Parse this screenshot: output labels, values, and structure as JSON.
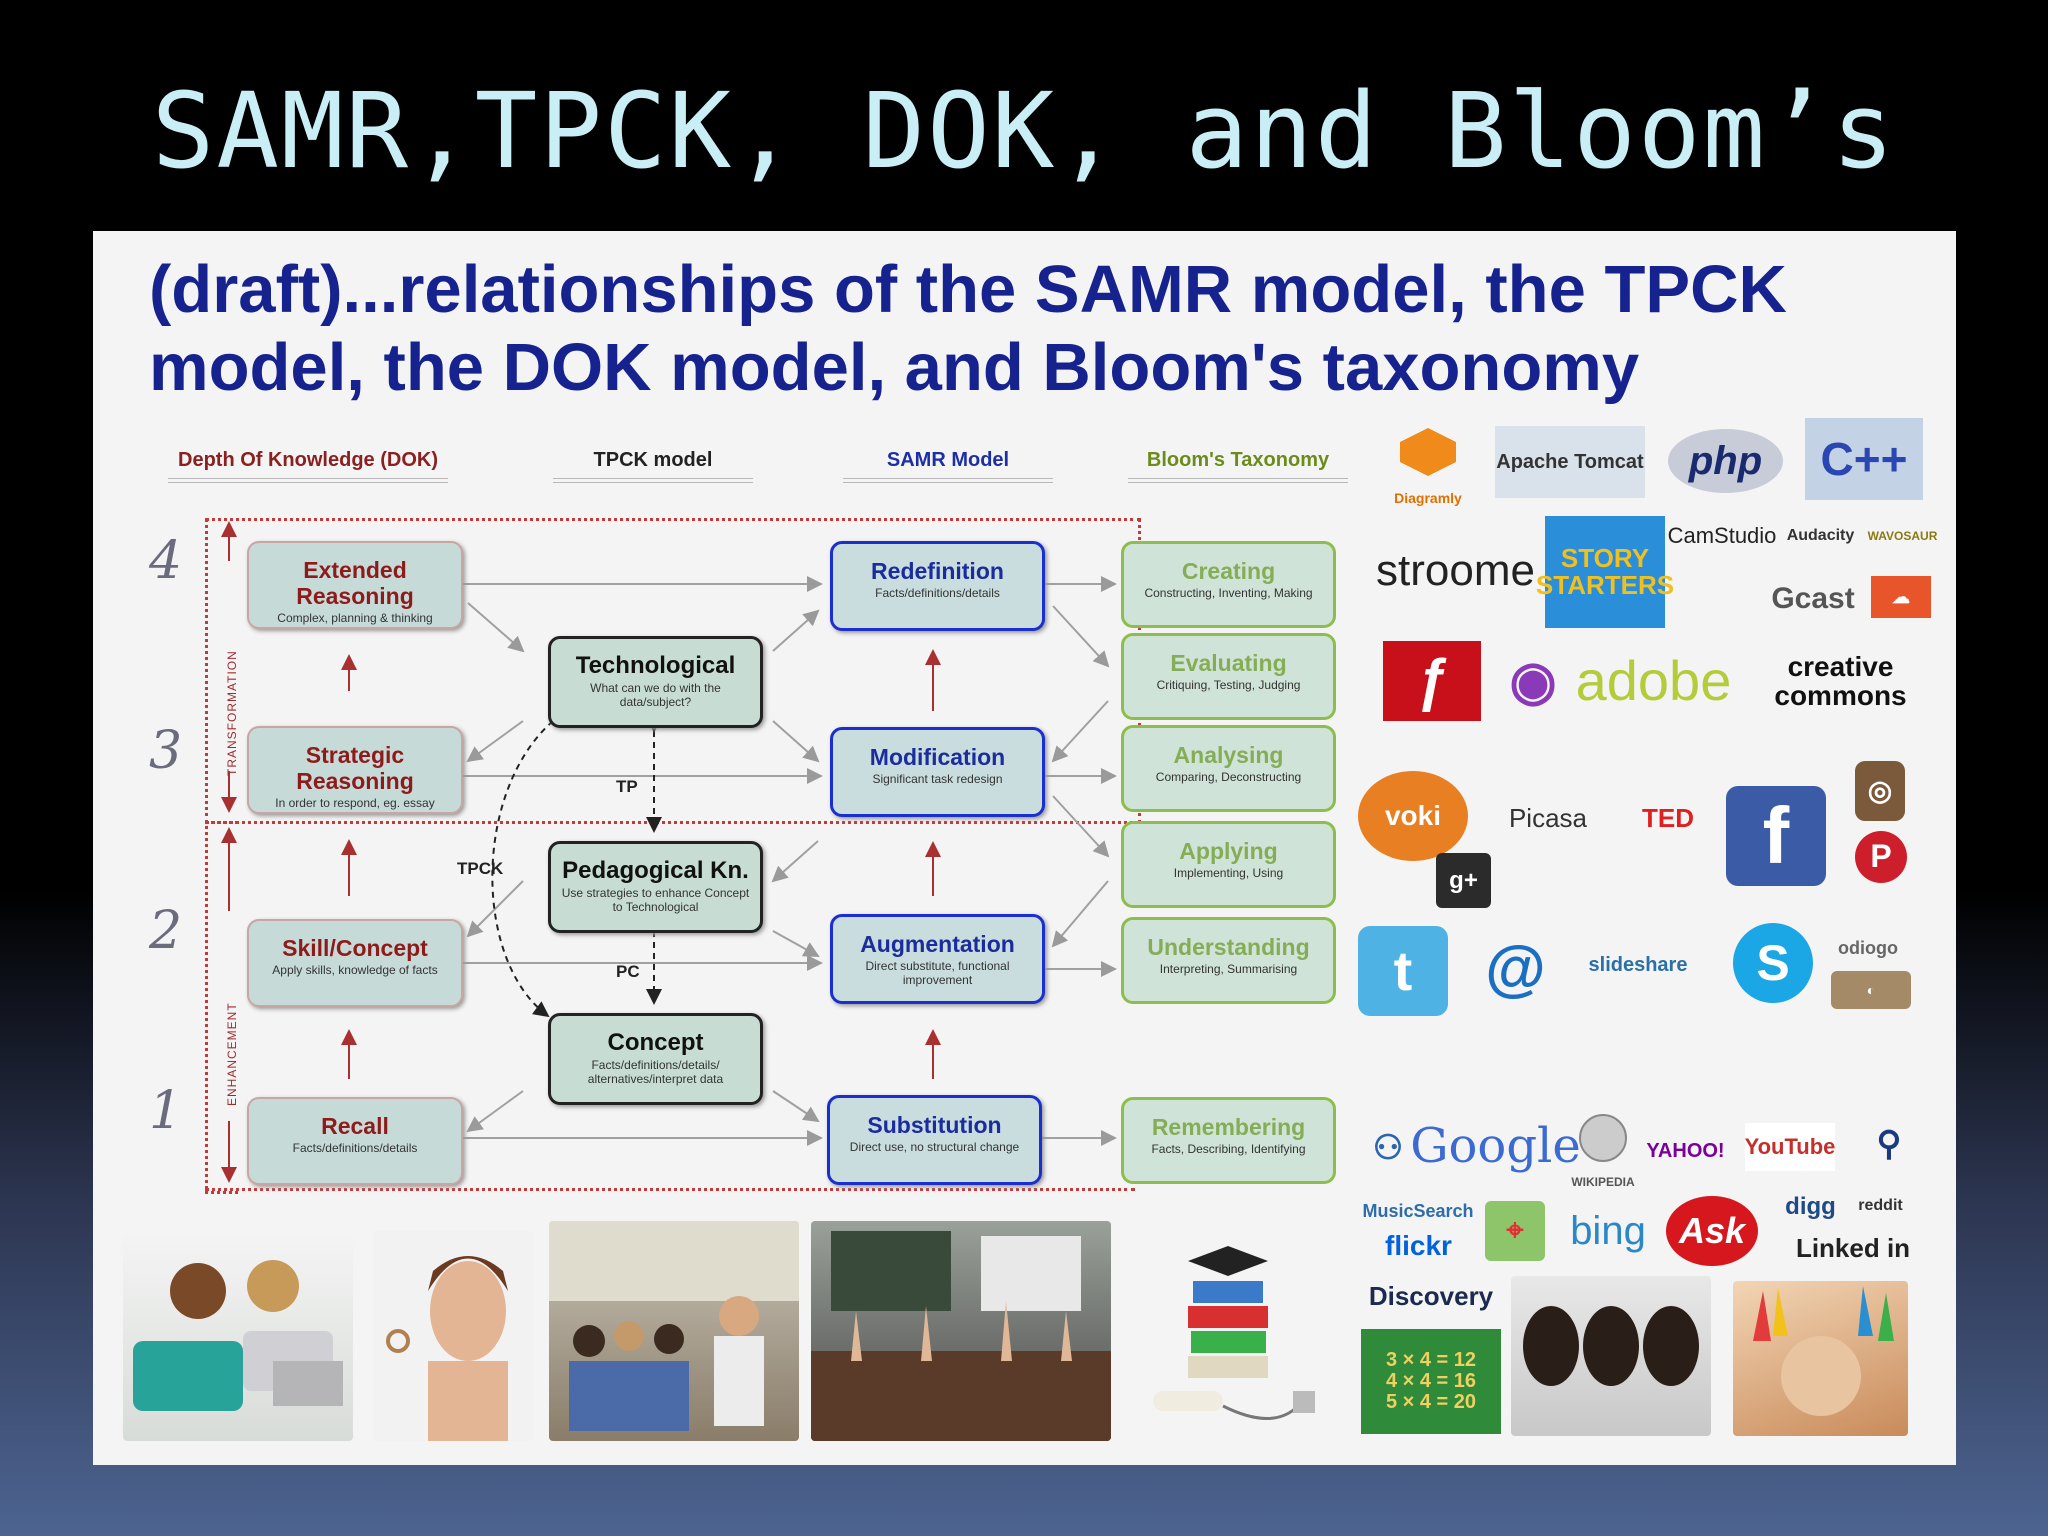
{
  "slide": {
    "title": "SAMR,TPCK, DOK, and Bloom’s"
  },
  "panel": {
    "heading_line1": "(draft)...relationships of the SAMR model, the TPCK",
    "heading_line2": "model, the DOK model, and Bloom's taxonomy"
  },
  "columns": {
    "dok": "Depth Of Knowledge (DOK)",
    "tpck": "TPCK model",
    "samr": "SAMR Model",
    "bloom": "Bloom's Taxonomy"
  },
  "levels": [
    "4",
    "3",
    "2",
    "1"
  ],
  "zones": {
    "upper": "TRANSFORMATION",
    "lower": "ENHANCEMENT"
  },
  "dok": [
    {
      "title": "Extended Reasoning",
      "sub": "Complex, planning & thinking"
    },
    {
      "title": "Strategic Reasoning",
      "sub": "In order to respond, eg. essay"
    },
    {
      "title": "Skill/Concept",
      "sub": "Apply skills, knowledge of facts"
    },
    {
      "title": "Recall",
      "sub": "Facts/definitions/details"
    }
  ],
  "tpck": [
    {
      "title": "Technological",
      "sub": "What can we do with the data/subject?"
    },
    {
      "title": "Pedagogical Kn.",
      "sub": "Use strategies to enhance Concept to Technological"
    },
    {
      "title": "Concept",
      "sub": "Facts/definitions/details/ alternatives/interpret data"
    }
  ],
  "tpck_labels": {
    "tp": "TP",
    "pc": "PC",
    "tpck": "TPCK"
  },
  "samr": [
    {
      "title": "Redefinition",
      "sub": "Facts/definitions/details"
    },
    {
      "title": "Modification",
      "sub": "Significant task redesign"
    },
    {
      "title": "Augmentation",
      "sub": "Direct substitute, functional improvement"
    },
    {
      "title": "Substitution",
      "sub": "Direct use, no structural change"
    }
  ],
  "bloom": [
    {
      "title": "Creating",
      "sub": "Constructing, Inventing, Making"
    },
    {
      "title": "Evaluating",
      "sub": "Critiquing, Testing, Judging"
    },
    {
      "title": "Analysing",
      "sub": "Comparing, Deconstructing"
    },
    {
      "title": "Applying",
      "sub": "Implementing, Using"
    },
    {
      "title": "Understanding",
      "sub": "Interpreting, Summarising"
    },
    {
      "title": "Remembering",
      "sub": "Facts, Describing, Identifying"
    }
  ],
  "logos": {
    "diagramly": "Diagramly",
    "tomcat": "Apache Tomcat",
    "php": "php",
    "cpp": "C++",
    "stroome": "stroome",
    "story": "STORY STARTERS",
    "camstudio": "CamStudio",
    "audacity": "Audacity",
    "wavosaur": "WAVOSAUR",
    "gcast": "Gcast",
    "adobe": "adobe",
    "cc": "creative commons",
    "voki": "voki",
    "picasa": "Picasa",
    "ted": "TED",
    "facebook": "f",
    "googleplus": "g+",
    "slideshare": "slideshare",
    "odiogo": "odiogo",
    "google": "Google",
    "wikipedia": "WIKIPEDIA",
    "yahoo": "YAHOO!",
    "youtube": "YouTube",
    "musicsearch": "MusicSearch",
    "flickr": "flickr",
    "bing": "bing",
    "ask": "Ask",
    "digg": "digg",
    "reddit": "reddit",
    "linkedin": "Linked in",
    "discovery": "Discovery",
    "math": "3 × 4 = 12\n4 × 4 = 16\n5 × 4 = 20"
  },
  "colors": {
    "title": "#c9eef6",
    "heading": "#16238f",
    "dok": "#8e1b1b",
    "samr": "#1b2fd0",
    "bloom": "#8dbd4d",
    "zone": "#c43a3a"
  }
}
